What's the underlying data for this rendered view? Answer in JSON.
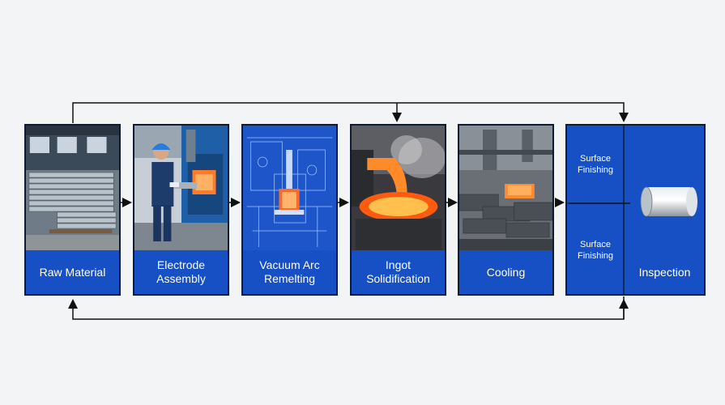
{
  "colors": {
    "card_blue": "#1650c4",
    "border": "#0d1b33",
    "arrow": "#111111",
    "background": "#f3f4f6"
  },
  "steps": [
    {
      "label": "Raw Material",
      "icon": "steel-bars-image"
    },
    {
      "label": "Electrode\nAssembly",
      "icon": "worker-machine-image"
    },
    {
      "label": "Vacuum Arc\nRemelting",
      "icon": "furnace-blueprint-image"
    },
    {
      "label": "Ingot\nSolidification",
      "icon": "molten-metal-image"
    },
    {
      "label": "Cooling",
      "icon": "cooling-ingots-image"
    },
    {
      "label": "Inspection",
      "icon": "finished-bar-image"
    }
  ],
  "finishing": {
    "top_label": "Surface\nFinishing",
    "bottom_label": "Surface\nFinishing"
  }
}
